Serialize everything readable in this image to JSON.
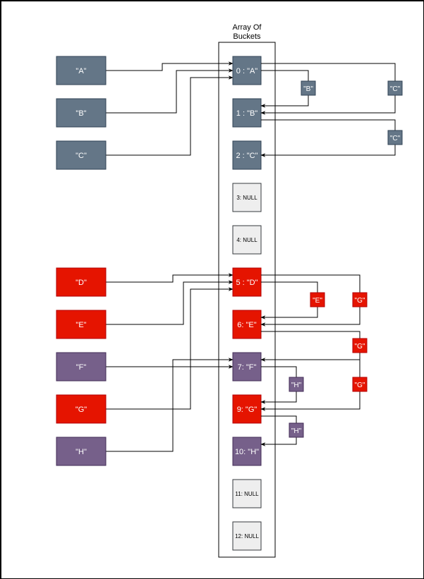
{
  "title": "Array Of Buckets",
  "title_lines": [
    "Array Of",
    "Buckets"
  ],
  "colors": {
    "slate": "#647687",
    "slate_border": "#314354",
    "red": "#e51400",
    "red_border": "#b20000",
    "purple": "#76608a",
    "purple_border": "#432d57",
    "null_fill": "#eeeeee",
    "null_border": "#36393d",
    "line": "#000000"
  },
  "keys": [
    {
      "id": "A",
      "label": "\"A\"",
      "color": "slate"
    },
    {
      "id": "B",
      "label": "\"B\"",
      "color": "slate"
    },
    {
      "id": "C",
      "label": "\"C\"",
      "color": "slate"
    },
    {
      "id": "D",
      "label": "\"D\"",
      "color": "red"
    },
    {
      "id": "E",
      "label": "\"E\"",
      "color": "red"
    },
    {
      "id": "F",
      "label": "\"F\"",
      "color": "purple"
    },
    {
      "id": "G",
      "label": "\"G\"",
      "color": "red"
    },
    {
      "id": "H",
      "label": "\"H\"",
      "color": "purple"
    }
  ],
  "buckets": [
    {
      "index": 0,
      "label": "0 : \"A\"",
      "color": "slate"
    },
    {
      "index": 1,
      "label": "1 : \"B\"",
      "color": "slate"
    },
    {
      "index": 2,
      "label": "2 : \"C\"",
      "color": "slate"
    },
    {
      "index": 3,
      "label": "3: NULL",
      "color": "null"
    },
    {
      "index": 4,
      "label": "4: NULL",
      "color": "null"
    },
    {
      "index": 5,
      "label": "5 : \"D\"",
      "color": "red"
    },
    {
      "index": 6,
      "label": "6: \"E\"",
      "color": "red"
    },
    {
      "index": 7,
      "label": "7: \"F\"",
      "color": "purple"
    },
    {
      "index": 9,
      "label": "9: \"G\"",
      "color": "red"
    },
    {
      "index": 10,
      "label": "10: \"H\"",
      "color": "purple"
    },
    {
      "index": 11,
      "label": "11: NULL",
      "color": "null"
    },
    {
      "index": 12,
      "label": "12: NULL",
      "color": "null"
    }
  ],
  "hash_edges": [
    {
      "from": "A",
      "to_bucket": 0
    },
    {
      "from": "B",
      "to_bucket": 0
    },
    {
      "from": "C",
      "to_bucket": 0
    },
    {
      "from": "D",
      "to_bucket": 5
    },
    {
      "from": "E",
      "to_bucket": 5
    },
    {
      "from": "G",
      "to_bucket": 5
    },
    {
      "from": "F",
      "to_bucket": 7
    },
    {
      "from": "H",
      "to_bucket": 7
    }
  ],
  "probe_markers": [
    {
      "label": "\"B\"",
      "color": "slate",
      "from_bucket": 0,
      "to_bucket": 1
    },
    {
      "label": "\"C\"",
      "color": "slate",
      "from_bucket": 0,
      "to_bucket": 1
    },
    {
      "label": "\"C\"",
      "color": "slate",
      "from_bucket": 1,
      "to_bucket": 2
    },
    {
      "label": "\"E\"",
      "color": "red",
      "from_bucket": 5,
      "to_bucket": 6
    },
    {
      "label": "\"G\"",
      "color": "red",
      "from_bucket": 5,
      "to_bucket": 6
    },
    {
      "label": "\"G\"",
      "color": "red",
      "from_bucket": 6,
      "to_bucket": 7
    },
    {
      "label": "\"H\"",
      "color": "purple",
      "from_bucket": 7,
      "to_bucket": 9
    },
    {
      "label": "\"G\"",
      "color": "red",
      "from_bucket": 7,
      "to_bucket": 9
    },
    {
      "label": "\"H\"",
      "color": "purple",
      "from_bucket": 9,
      "to_bucket": 10
    }
  ]
}
